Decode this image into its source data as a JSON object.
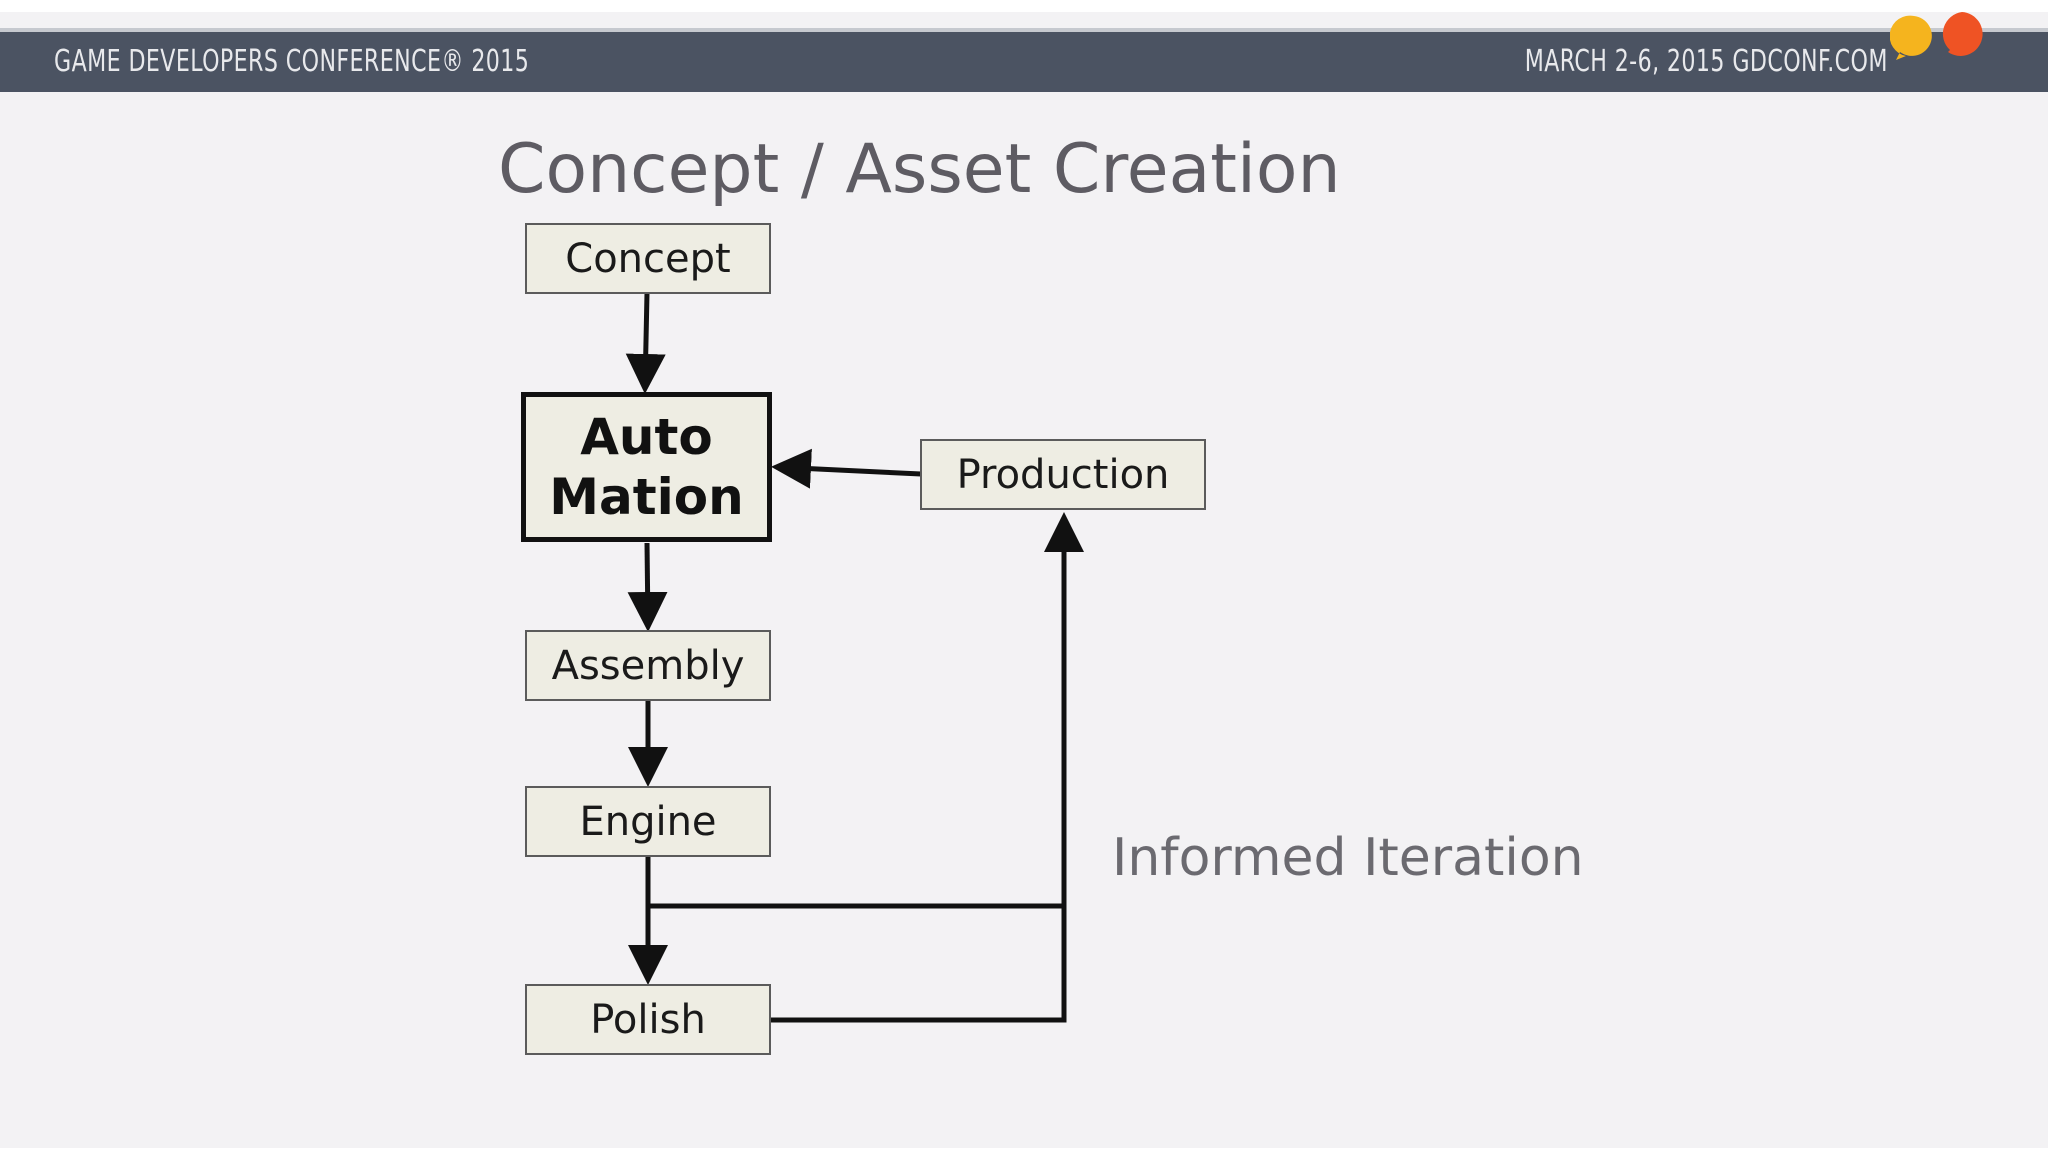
{
  "header": {
    "left_text": "GAME DEVELOPERS CONFERENCE® 2015",
    "right_text": "MARCH 2-6, 2015  GDCONF.COM",
    "bar_color": "#4b5362",
    "logo_icon": "gdc-two-bubbles-logo",
    "logo_colors": [
      "#f5b41e",
      "#ef5324"
    ]
  },
  "slide": {
    "title": "Concept / Asset Creation",
    "note": "Informed Iteration"
  },
  "diagram": {
    "nodes": {
      "concept": "Concept",
      "automation_line1": "Auto",
      "automation_line2": "Mation",
      "production": "Production",
      "assembly": "Assembly",
      "engine": "Engine",
      "polish": "Polish"
    },
    "edges": [
      [
        "concept",
        "automation"
      ],
      [
        "automation",
        "assembly"
      ],
      [
        "assembly",
        "engine"
      ],
      [
        "engine",
        "polish"
      ],
      [
        "production",
        "automation"
      ],
      [
        "engine",
        "production"
      ],
      [
        "polish",
        "production"
      ]
    ]
  }
}
